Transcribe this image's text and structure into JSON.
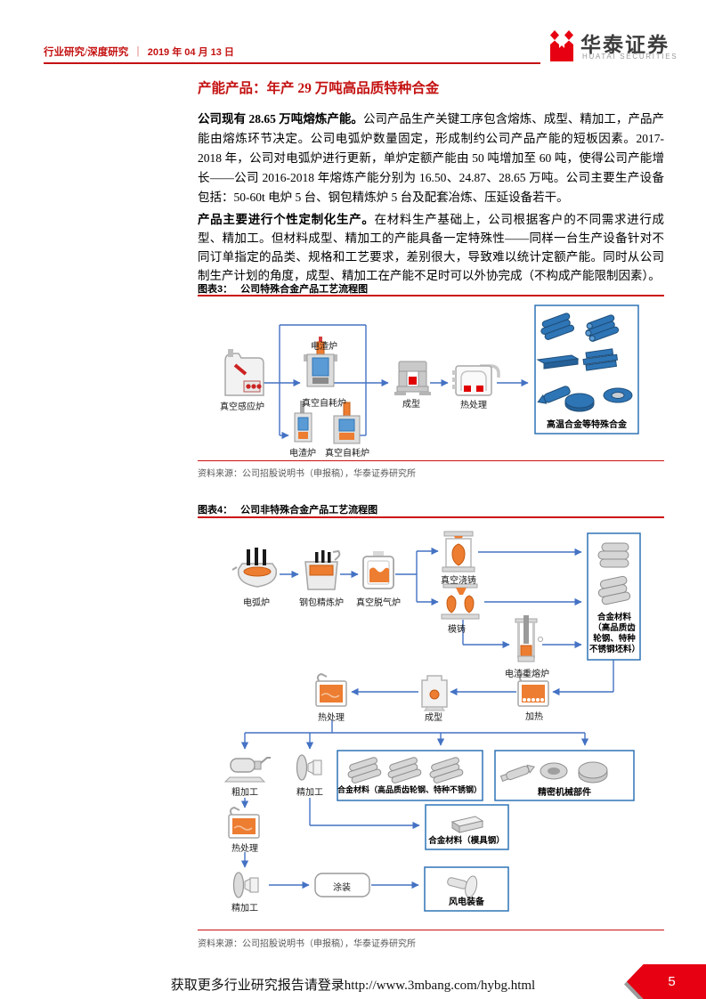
{
  "header": {
    "category": "行业研究/深度研究",
    "divider": "｜",
    "date": "2019 年 04 月 13 日",
    "brand_cn": "华泰证券",
    "brand_en": "HUATAI SECURITIES"
  },
  "colors": {
    "brand_red": "#e60012",
    "text_red": "#c41111",
    "flow_blue": "#4472c4",
    "furnace_orange": "#ed7d31",
    "product_blue": "#2e75b6"
  },
  "title": "产能产品：年产 29 万吨高品质特种合金",
  "paragraphs": [
    {
      "lead": "公司现有 28.65 万吨熔炼产能。",
      "body": "公司产品生产关键工序包含熔炼、成型、精加工，产品产能由熔炼环节决定。公司电弧炉数量固定，形成制约公司产品产能的短板因素。2017-2018 年，公司对电弧炉进行更新，单炉定额产能由 50 吨增加至 60 吨，使得公司产能增长——公司 2016-2018 年熔炼产能分别为 16.50、24.87、28.65 万吨。公司主要生产设备包括：50-60t 电炉 5 台、钢包精炼炉 5 台及配套冶炼、压延设备若干。"
    },
    {
      "lead": "产品主要进行个性定制化生产。",
      "body": "在材料生产基础上，公司根据客户的不同需求进行成型、精加工。但材料成型、精加工的产能具备一定特殊性——同样一台生产设备针对不同订单指定的品类、规格和工艺要求，差别很大，导致难以统计定额产能。同时从公司制生产计划的角度，成型、精加工在产能不足时可以外协完成（不构成产能限制因素）。"
    }
  ],
  "fig3": {
    "caption_no": "图表3：",
    "caption_title": "公司特殊合金产品工艺流程图",
    "source": "资料来源：公司招股说明书（申报稿），华泰证券研究所",
    "labels": {
      "vif": "真空感应炉",
      "esr_top": "电渣炉",
      "var_mid": "真空自耗炉",
      "esr_bot": "电渣炉",
      "var_bot": "真空自耗炉",
      "forming": "成型",
      "heat_treat": "热处理",
      "products": "高温合金等特殊合金"
    }
  },
  "fig4": {
    "caption_no": "图表4：",
    "caption_title": "公司非特殊合金产品工艺流程图",
    "source": "资料来源：公司招股说明书（申报稿），华泰证券研究所",
    "labels": {
      "eaf": "电弧炉",
      "lf": "钢包精炼炉",
      "vd": "真空脱气炉",
      "vac_cast": "真空浇铸",
      "mold_cast": "模铸",
      "esr_remelt": "电渣重熔炉",
      "alloy_billet": "合金材料（高品质齿轮钢、特种不锈钢坯料）",
      "heating": "加热",
      "forming": "成型",
      "heat_treat1": "热处理",
      "rough": "粗加工",
      "fine1": "精加工",
      "alloy_bars": "合金材料（高品质齿轮钢、特种不锈钢）",
      "precision": "精密机械部件",
      "heat_treat2": "热处理",
      "alloy_mold": "合金材料（模具钢）",
      "fine2": "精加工",
      "painting": "涂装",
      "wind": "风电装备"
    }
  },
  "footer": {
    "promo": "获取更多行业研究报告请登录http://www.3mbang.com/hybg.html",
    "page_number": "5"
  }
}
